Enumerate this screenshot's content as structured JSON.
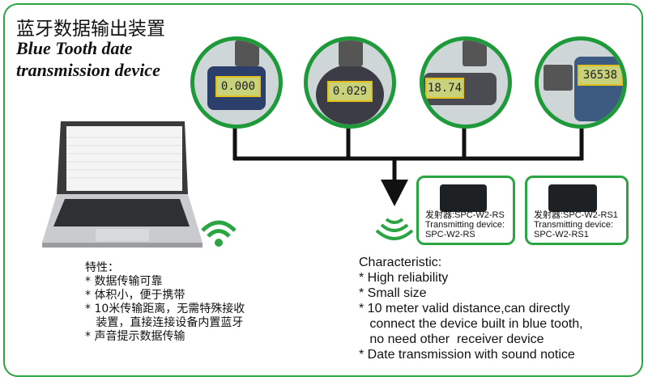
{
  "title": {
    "cn": "蓝牙数据输出装置",
    "en_line1": "Blue Tooth date",
    "en_line2": "transmission device"
  },
  "gauges": [
    {
      "name": "micrometer",
      "reading": "0.000"
    },
    {
      "name": "dial-indicator",
      "reading": "0.029"
    },
    {
      "name": "caliper",
      "reading": "18.74"
    },
    {
      "name": "height-gauge",
      "reading": "36538"
    }
  ],
  "transmitters": [
    {
      "cn": "发射器:SPC-W2-RS",
      "en": "Transmitting device:",
      "model": "SPC-W2-RS"
    },
    {
      "cn": "发射器:SPC-W2-RS1",
      "en": "Transmitting device:",
      "model": "SPC-W2-RS1"
    }
  ],
  "features_cn": {
    "heading": "特性：",
    "items": [
      "* 数据传输可靠",
      "* 体积小，便于携带",
      "* 10米传输距离，无需特殊接收",
      "   装置，直接连接设备内置蓝牙",
      "* 声音提示数据传输"
    ]
  },
  "features_en": {
    "heading": "Characteristic:",
    "items": [
      "* High reliability",
      "* Small size",
      "* 10 meter valid distance,can directly",
      "   connect the device built in blue tooth,",
      "   no need other  receiver device",
      "* Date transmission with sound notice"
    ]
  },
  "colors": {
    "accent": "#2aa542"
  }
}
